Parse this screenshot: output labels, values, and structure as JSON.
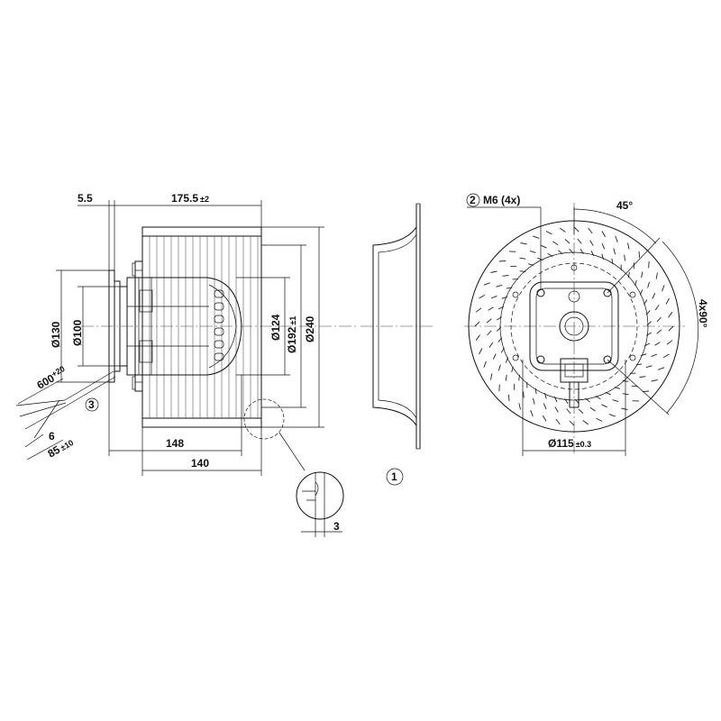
{
  "dimensions": {
    "flange_offset": "5.5",
    "overall_length": "175.5",
    "overall_length_tol": "±2",
    "hub_dia_130": "Ø130",
    "hub_dia_100": "Ø100",
    "motor_dia_124": "Ø124",
    "impeller_dia_192": "Ø192",
    "impeller_dia_192_tol": "±1",
    "impeller_dia_240": "Ø240",
    "cable_length": "600",
    "cable_length_tol": "+20",
    "strip_len_6": "6",
    "strip_len_85": "85",
    "strip_len_85_tol": "±10",
    "len_148": "148",
    "len_140": "140",
    "detail_gap": "3",
    "bolt_circle": "Ø115",
    "bolt_circle_tol": "±0.3",
    "angle_45": "45°",
    "angle_4x90": "4x90°"
  },
  "callouts": {
    "c1": "1",
    "c2": "2",
    "c3": "3",
    "c2_text": "M6 (4x)"
  }
}
